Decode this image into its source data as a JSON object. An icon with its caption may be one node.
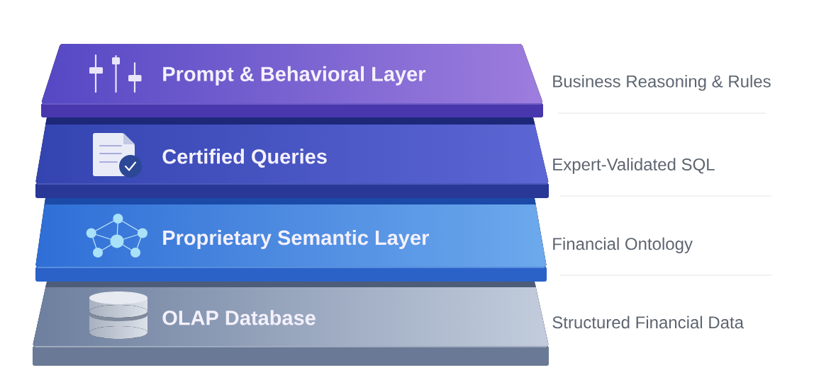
{
  "diagram": {
    "nodes": [
      {
        "text": [
          "Prompt & Behavioral Layer"
        ],
        "beside": [
          "Business Reasoning & Rules"
        ]
      },
      {
        "text": [
          "Certified Queries"
        ],
        "beside": [
          "Expert-Validated SQL"
        ]
      },
      {
        "text": [
          "Proprietary Semantic Layer"
        ],
        "beside": [
          "Financial Ontology"
        ]
      },
      {
        "text": [
          "OLAP Database"
        ],
        "beside": [
          "Structured Financial Data"
        ]
      }
    ]
  }
}
